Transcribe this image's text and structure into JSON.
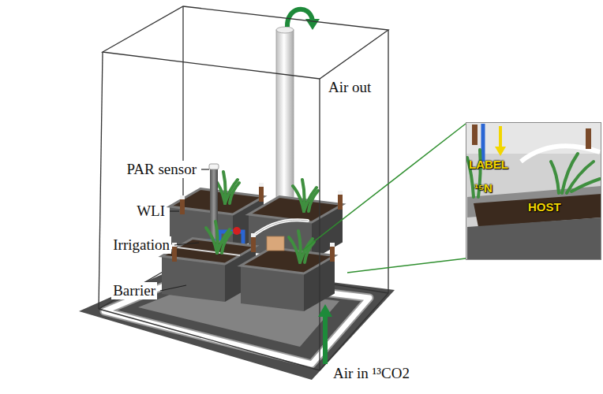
{
  "diagram": {
    "nodes": [
      {
        "text": [
          "LABEL",
          "¹⁵N",
          "HOST"
        ]
      }
    ],
    "labels": [
      "Air out",
      "PAR sensor",
      "WLI",
      "Irrigation",
      "Barrier",
      "Air in ¹³CO2"
    ]
  }
}
